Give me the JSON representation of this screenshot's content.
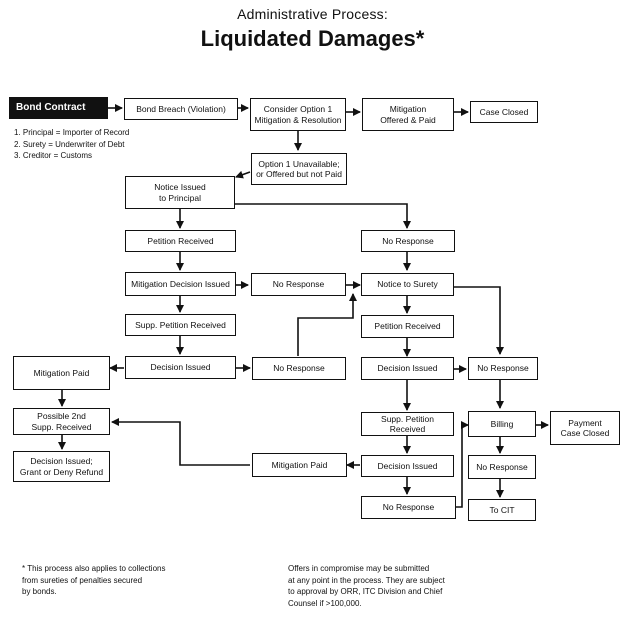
{
  "header": {
    "subtitle": "Administrative Process:",
    "title": "Liquidated Damages*"
  },
  "boxes": {
    "bond_contract": "Bond Contract",
    "bond_breach": "Bond Breach (Violation)",
    "consider_option1": "Consider Option 1\nMitigation & Resolution",
    "mitigation_offered": "Mitigation\nOffered & Paid",
    "case_closed": "Case Closed",
    "option1_unavailable": "Option 1 Unavailable;\nor Offered but not Paid",
    "notice_principal": "Notice Issued\nto Principal",
    "petition_received_left": "Petition Received",
    "no_response_right_top": "No Response",
    "mitigation_decision": "Mitigation Decision Issued",
    "no_response_mid1": "No Response",
    "notice_surety": "Notice to Surety",
    "supp_petition_left": "Supp. Petition Received",
    "petition_received_right": "Petition Received",
    "mitigation_paid_left": "Mitigation Paid",
    "decision_issued_left": "Decision Issued",
    "no_response_mid2": "No Response",
    "decision_issued_right": "Decision Issued",
    "no_response_far": "No Response",
    "possible_2nd": "Possible 2nd\nSupp. Received",
    "supp_petition_right": "Supp. Petition Received",
    "billing": "Billing",
    "payment_closed": "Payment\nCase Closed",
    "decision_grant": "Decision Issued;\nGrant or Deny Refund",
    "mitigation_paid_mid": "Mitigation Paid",
    "decision_issued_bottom": "Decision Issued",
    "no_response_billing": "No Response",
    "no_response_bottom": "No Response",
    "to_cit": "To CIT"
  },
  "legend": [
    "1. Principal = Importer of Record",
    "2. Surety = Underwriter of Debt",
    "3. Creditor = Customs"
  ],
  "notes": {
    "left": "* This process also applies to collections\nfrom sureties of penalties secured\nby bonds.",
    "right": "Offers in compromise may be submitted\nat any point in the process. They are subject\nto approval by ORR, ITC Division and Chief\nCounsel if >100,000."
  }
}
